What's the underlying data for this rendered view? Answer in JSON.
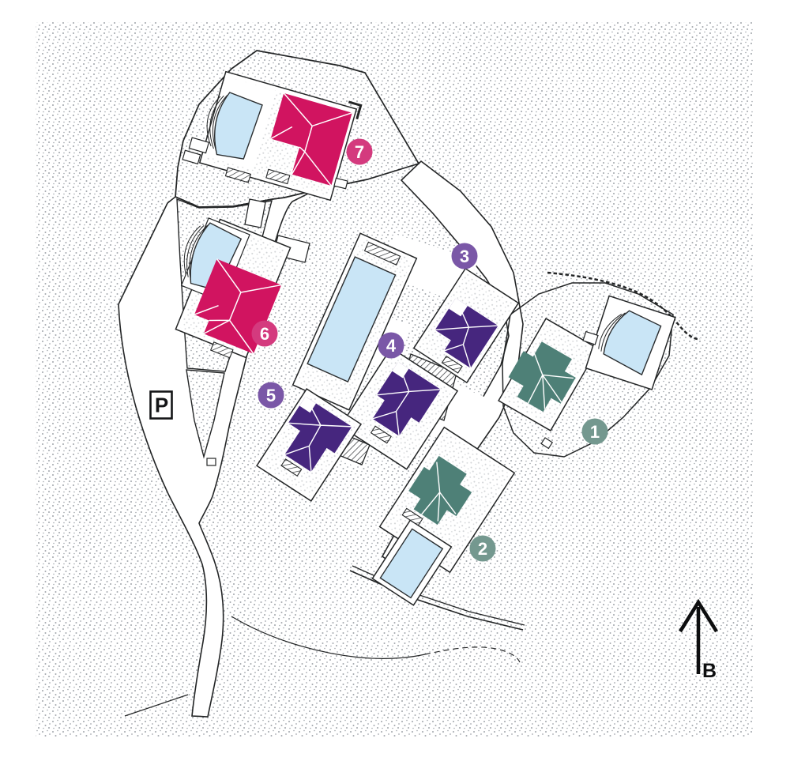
{
  "palette": {
    "line": "#232526",
    "stipple": "#A3A8AD",
    "pool_blue": "#C9E5F6",
    "roof_pink": "#D11460",
    "roof_purple": "#46267E",
    "roof_teal": "#4E8077",
    "badge_pink": "#D43A7E",
    "badge_purple": "#7A57A7",
    "badge_teal": "#74988F"
  },
  "markers": [
    {
      "label": "1",
      "group": "teal",
      "color": "#74988F"
    },
    {
      "label": "2",
      "group": "teal",
      "color": "#74988F"
    },
    {
      "label": "3",
      "group": "purple",
      "color": "#7A57A7"
    },
    {
      "label": "4",
      "group": "purple",
      "color": "#7A57A7"
    },
    {
      "label": "5",
      "group": "purple",
      "color": "#7A57A7"
    },
    {
      "label": "6",
      "group": "pink",
      "color": "#D43A7E"
    },
    {
      "label": "7",
      "group": "pink",
      "color": "#D43A7E"
    }
  ],
  "parking_sign": {
    "label": "P"
  },
  "compass": {
    "label": "B"
  }
}
